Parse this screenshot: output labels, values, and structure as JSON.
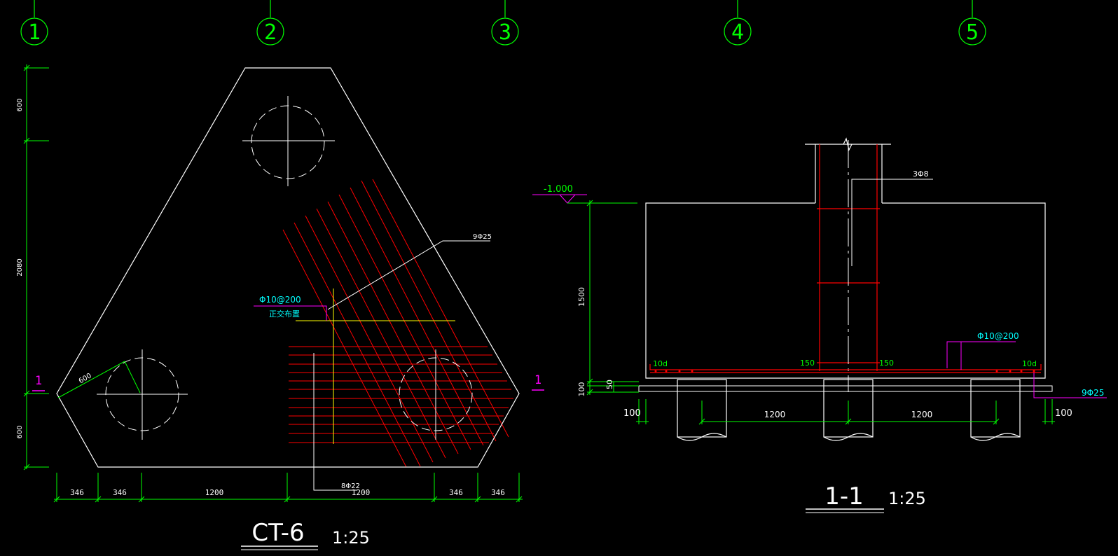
{
  "colors": {
    "background": "#000000",
    "outline": "#ffffff",
    "dimension": "#00ff00",
    "rebar": "#ff0000",
    "label": "#00ffff",
    "leader": "#ff00ff",
    "axis_line": "#ffff00",
    "grey": "#c0c0c0"
  },
  "axes": [
    "1",
    "2",
    "3",
    "4",
    "5"
  ],
  "plan": {
    "title": "CT-6",
    "scale": "1:25",
    "left_dims": [
      "600",
      "2080",
      "600"
    ],
    "bottom_dims": [
      "346",
      "346",
      "1200",
      "1200",
      "346",
      "346"
    ],
    "corner_dim": "600",
    "section_mark_left": "1",
    "section_mark_right": "1",
    "rebar_diagonal": "9Φ25",
    "rebar_spacing": "Φ10@200",
    "rebar_note": "正交布置",
    "rebar_horizontal": "8Φ22"
  },
  "section": {
    "title": "1-1",
    "scale": "1:25",
    "elevation": "-1.000",
    "column_rebar": "3Φ8",
    "height_dim": "1500",
    "base_dim_a": "50",
    "base_dim_b": "100",
    "left_edge_dim": "100",
    "right_edge_dim": "100",
    "pile_dims": [
      "1200",
      "1200"
    ],
    "anchor_left": "10d",
    "anchor_right": "10d",
    "col_left": "150",
    "col_right": "150",
    "bottom_spacing": "Φ10@200",
    "bottom_rebar": "9Φ25"
  }
}
